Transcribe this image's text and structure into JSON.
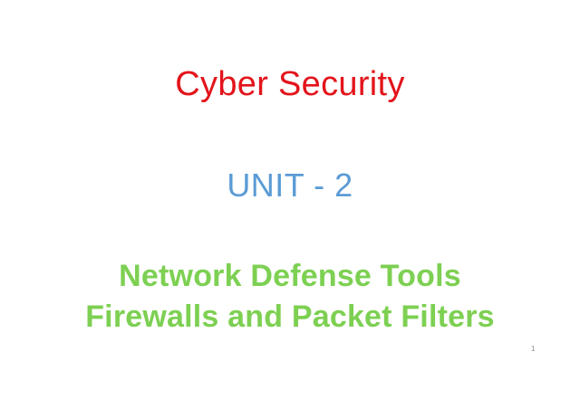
{
  "slide": {
    "title": "Cyber Security",
    "unit": "UNIT - 2",
    "subtitle_lines": [
      "Network Defense Tools",
      "Firewalls and Packet Filters"
    ],
    "page_number": "1"
  },
  "colors": {
    "title": "#e3141b",
    "unit": "#5b9bd5",
    "subtitle": "#7dd052",
    "background": "#ffffff"
  }
}
